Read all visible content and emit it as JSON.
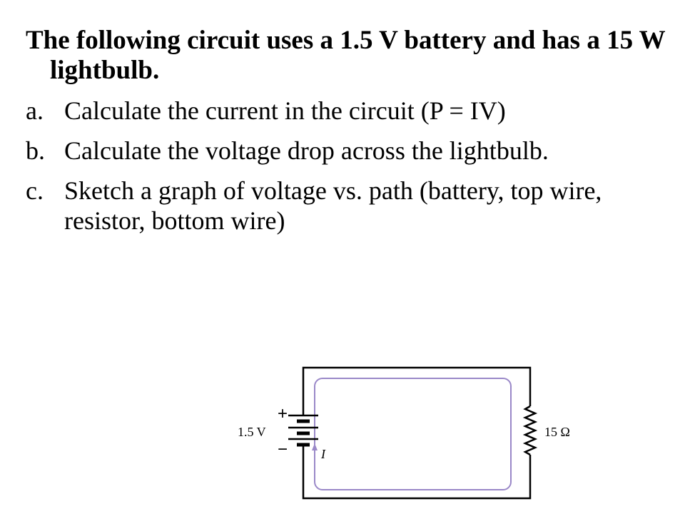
{
  "problem": {
    "statement": "The following circuit uses a 1.5 V battery and has a 15 W lightbulb."
  },
  "questions": [
    {
      "marker": "a.",
      "text": "Calculate the current in the circuit (P = IV)"
    },
    {
      "marker": "b.",
      "text": "Calculate the voltage drop across the lightbulb."
    },
    {
      "marker": "c.",
      "text": "Sketch a graph of voltage vs. path (battery, top wire, resistor, bottom wire)"
    }
  ],
  "circuit": {
    "battery_label": "1.5 V",
    "resistor_label": "15 Ω",
    "current_label": "I",
    "plus_sign": "+",
    "minus_sign": "−",
    "current_path_color": "#9a88c8"
  }
}
